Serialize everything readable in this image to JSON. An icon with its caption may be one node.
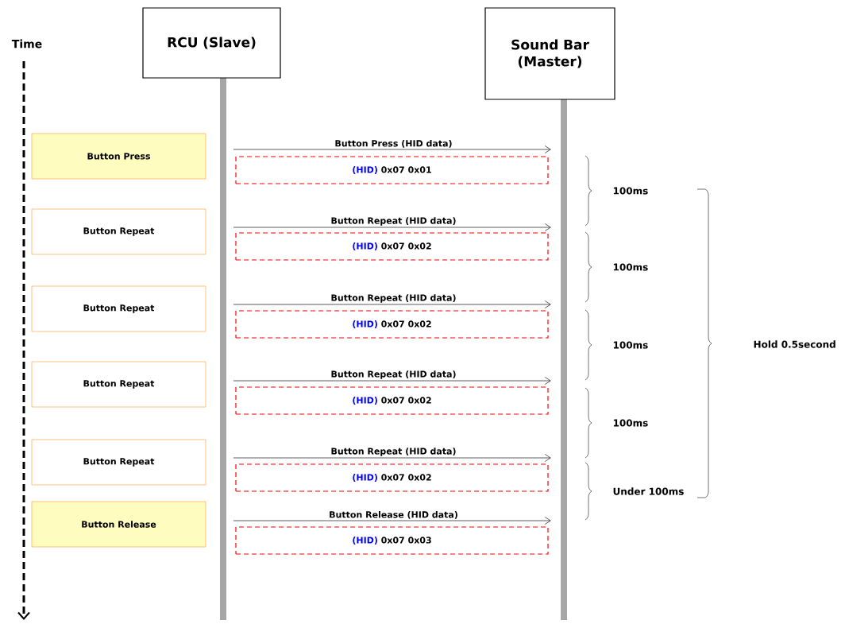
{
  "diagram": {
    "nodes": [
      {
        "text": [
          "RCU (Slave)"
        ]
      },
      {
        "text": [
          "Sound Bar (Master)"
        ]
      },
      {
        "text": [],
        "shape": "bar"
      },
      {
        "text": [],
        "shape": "bar"
      },
      {
        "text": [
          "Button Press"
        ]
      },
      {
        "text": [
          "Button Repeat"
        ]
      },
      {
        "text": [
          "Button Repeat"
        ]
      },
      {
        "text": [
          "Button Repeat"
        ]
      },
      {
        "text": [
          "Button Repeat"
        ]
      },
      {
        "text": [
          "Button Release"
        ]
      },
      {
        "text": [
          "(HID)",
          "0x07 0x01"
        ]
      },
      {
        "text": [
          "(HID)",
          "0x07 0x02"
        ]
      },
      {
        "text": [
          "(HID)",
          "0x07 0x02"
        ]
      },
      {
        "text": [
          "(HID)",
          "0x07 0x02"
        ]
      },
      {
        "text": [
          "(HID)",
          "0x07 0x02"
        ]
      },
      {
        "text": [
          "(HID)",
          "0x07 0x03"
        ]
      }
    ],
    "edges": [
      {
        "from": 2,
        "to": 3,
        "arrow": "to",
        "label": "Button Press (HID data)"
      },
      {
        "from": 2,
        "to": 3,
        "arrow": "to",
        "label": "Button Repeat (HID data)"
      },
      {
        "from": 2,
        "to": 3,
        "arrow": "to",
        "label": "Button Repeat (HID data)"
      },
      {
        "from": 2,
        "to": 3,
        "arrow": "to",
        "label": "Button Repeat (HID data)"
      },
      {
        "from": 2,
        "to": 3,
        "arrow": "to",
        "label": "Button Repeat (HID data)"
      },
      {
        "from": 2,
        "to": 3,
        "arrow": "to",
        "label": "Button Release (HID data)"
      }
    ],
    "labels": [
      "Time",
      "100ms",
      "100ms",
      "100ms",
      "100ms",
      "Under 100ms",
      "Hold 0.5second"
    ]
  }
}
